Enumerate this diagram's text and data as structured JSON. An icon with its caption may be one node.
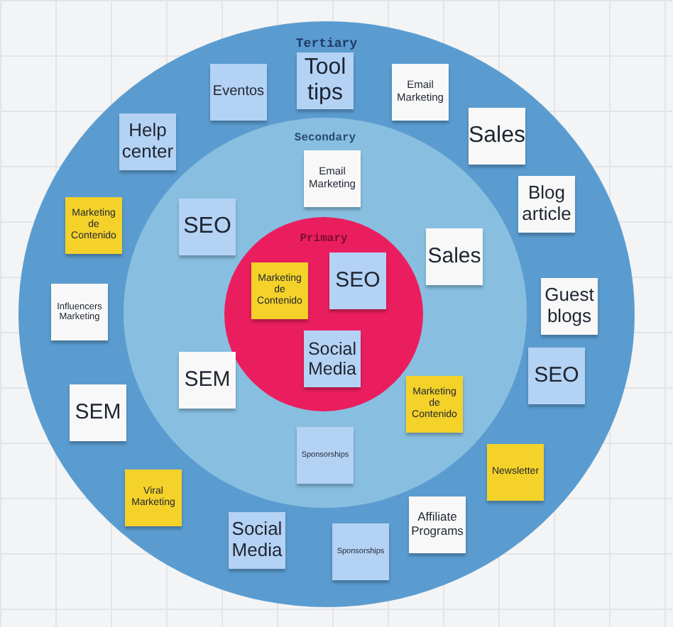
{
  "diagram": {
    "nodes": [
      {
        "text": [
          "Tertiary"
        ]
      },
      {
        "text": [
          "Secondary"
        ],
        "in": 0
      },
      {
        "text": [
          "Primary"
        ],
        "in": 1
      },
      {
        "text": [
          "Tool tips"
        ],
        "in": 0
      },
      {
        "text": [
          "Eventos"
        ],
        "in": 0
      },
      {
        "text": [
          "Email Marketing"
        ],
        "in": 0
      },
      {
        "text": [
          "Sales"
        ],
        "in": 0
      },
      {
        "text": [
          "Help center"
        ],
        "in": 0
      },
      {
        "text": [
          "Email Marketing"
        ],
        "in": 1
      },
      {
        "text": [
          "Blog article"
        ],
        "in": 0
      },
      {
        "text": [
          "Marketing de Contenido"
        ],
        "in": 0
      },
      {
        "text": [
          "SEO"
        ],
        "in": 1
      },
      {
        "text": [
          "Sales"
        ],
        "in": 1
      },
      {
        "text": [
          "SEO"
        ],
        "in": 2
      },
      {
        "text": [
          "Marketing de Contenido"
        ],
        "in": 2
      },
      {
        "text": [
          "Guest blogs"
        ],
        "in": 0
      },
      {
        "text": [
          "Influencers Marketing"
        ],
        "in": 0
      },
      {
        "text": [
          "Social Media"
        ],
        "in": 2
      },
      {
        "text": [
          "SEO"
        ],
        "in": 0
      },
      {
        "text": [
          "SEM"
        ],
        "in": 1
      },
      {
        "text": [
          "Marketing de Contenido"
        ],
        "in": 1
      },
      {
        "text": [
          "SEM"
        ],
        "in": 0
      },
      {
        "text": [
          "Sponsorships"
        ],
        "in": 1
      },
      {
        "text": [
          "Newsletter"
        ],
        "in": 0
      },
      {
        "text": [
          "Viral Marketing"
        ],
        "in": 0
      },
      {
        "text": [
          "Affiliate Programs"
        ],
        "in": 0
      },
      {
        "text": [
          "Social Media"
        ],
        "in": 0
      },
      {
        "text": [
          "Sponsorships"
        ],
        "in": 0
      }
    ]
  }
}
